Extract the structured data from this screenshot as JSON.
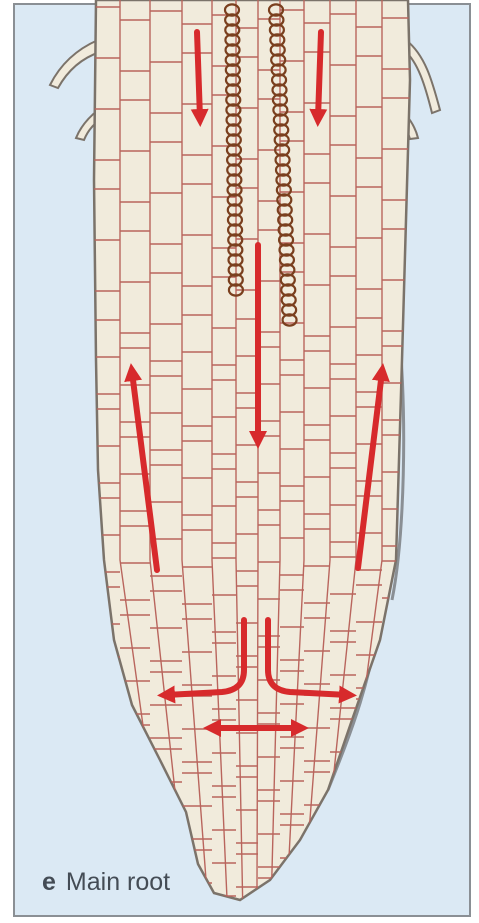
{
  "panel": {
    "letter": "e",
    "caption": "Main root"
  },
  "colors": {
    "background": "#dbe9f4",
    "panel_border": "#8a8f94",
    "root_fill": "#f1ebdc",
    "root_outline": "#7b736a",
    "cell_wall": "#b9655d",
    "xylem": "#7a3f1e",
    "arrow": "#d72a2c",
    "caption_text": "#444c55"
  },
  "arrows": [
    {
      "id": "downward-left-upper",
      "direction": "down"
    },
    {
      "id": "downward-right-upper",
      "direction": "down"
    },
    {
      "id": "downward-center",
      "direction": "down"
    },
    {
      "id": "upward-left",
      "direction": "up"
    },
    {
      "id": "upward-right",
      "direction": "up"
    },
    {
      "id": "lateral-left-fountain",
      "direction": "left"
    },
    {
      "id": "lateral-right-fountain",
      "direction": "right"
    },
    {
      "id": "bidirectional-tip",
      "direction": "both"
    }
  ]
}
